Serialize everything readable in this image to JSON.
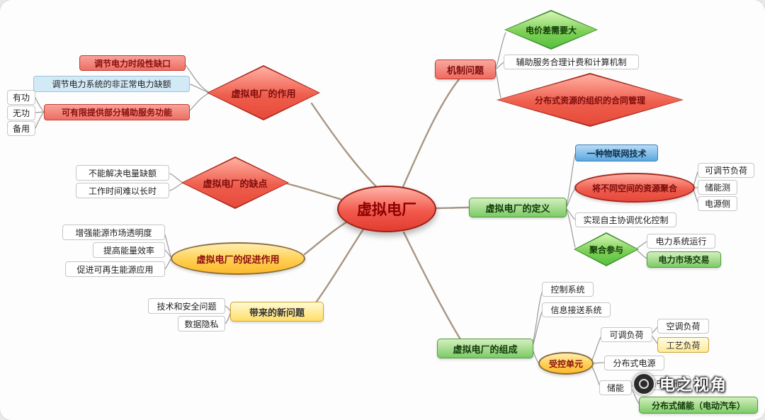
{
  "colors": {
    "center_red": "#e23c31",
    "diamond_red": "#e64a3a",
    "diamond_green": "#57c23e",
    "gold": "#fdb92c",
    "box_red": "#ee6e63",
    "box_light_blue": "#d2e9f6",
    "box_blue": "#5aa7e0",
    "box_green": "#7ccb66",
    "box_yellow": "#ffe06b",
    "connector_line": "#a08a76"
  },
  "nodes": {
    "center": {
      "label": "虚拟电厂"
    },
    "role": {
      "label": "虚拟电厂的作用"
    },
    "role_c1": {
      "label": "调节电力时段性缺口"
    },
    "role_c2": {
      "label": "调节电力系统的非正常电力缺额"
    },
    "role_c3": {
      "label": "可有限提供部分辅助服务功能"
    },
    "role_c3a": {
      "label": "有功"
    },
    "role_c3b": {
      "label": "无功"
    },
    "role_c3c": {
      "label": "备用"
    },
    "defect": {
      "label": "虚拟电厂的缺点"
    },
    "defect_c1": {
      "label": "不能解决电量缺额"
    },
    "defect_c2": {
      "label": "工作时间难以长时"
    },
    "promote": {
      "label": "虚拟电厂的促进作用"
    },
    "promote_c1": {
      "label": "增强能源市场透明度"
    },
    "promote_c2": {
      "label": "提高能量效率"
    },
    "promote_c3": {
      "label": "促进可再生能源应用"
    },
    "newissue": {
      "label": "带来的新问题"
    },
    "newissue_c1": {
      "label": "技术和安全问题"
    },
    "newissue_c2": {
      "label": "数据隐私"
    },
    "mechanism": {
      "label": "机制问题"
    },
    "mech_c1": {
      "label": "电价差需要大"
    },
    "mech_c2": {
      "label": "辅助服务合理计费和计算机制"
    },
    "mech_c3": {
      "label": "分布式资源的组织的合同管理"
    },
    "definition": {
      "label": "虚拟电厂的定义"
    },
    "def_c1": {
      "label": "一种物联网技术"
    },
    "def_c2": {
      "label": "将不同空间的资源聚合"
    },
    "def_c2a": {
      "label": "可调节负荷"
    },
    "def_c2b": {
      "label": "储能测"
    },
    "def_c2c": {
      "label": "电源侧"
    },
    "def_c3": {
      "label": "实现自主协调优化控制"
    },
    "def_c4": {
      "label": "聚合参与"
    },
    "def_c4a": {
      "label": "电力系统运行"
    },
    "def_c4b": {
      "label": "电力市场交易"
    },
    "composition": {
      "label": "虚拟电厂的组成"
    },
    "comp_c1": {
      "label": "控制系统"
    },
    "comp_c2": {
      "label": "信息接送系统"
    },
    "comp_c3": {
      "label": "受控单元"
    },
    "comp_c3a": {
      "label": "可调负荷"
    },
    "comp_c3a1": {
      "label": "空调负荷"
    },
    "comp_c3a2": {
      "label": "工艺负荷"
    },
    "comp_c3b": {
      "label": "分布式电源"
    },
    "comp_c3c": {
      "label": "储能"
    },
    "comp_c3c1": {
      "label": "集中储能"
    },
    "comp_c3c2": {
      "label": "分布式储能（电动汽车）"
    }
  },
  "watermark": {
    "text": "电之视角"
  }
}
